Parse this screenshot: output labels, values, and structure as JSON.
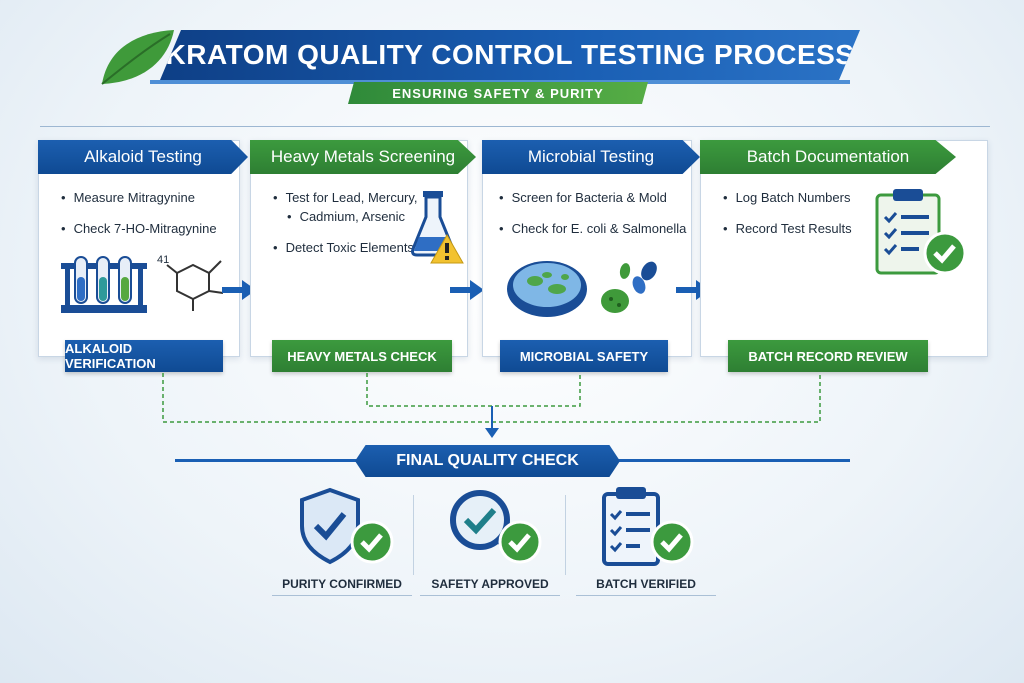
{
  "header": {
    "title": "KRATOM QUALITY CONTROL TESTING PROCESS",
    "subtitle": "ENSURING SAFETY & PURITY"
  },
  "colors": {
    "blue": "#1a5fb4",
    "green": "#3c9a3e",
    "amber": "#f2c230"
  },
  "steps": [
    {
      "title": "Alkaloid Testing",
      "color": "blue",
      "bullets": [
        "Measure Mitragynine",
        "Check 7-HO-Mitragynine"
      ],
      "illustration": "test-tubes-and-molecule-icon",
      "molecule_label": "41",
      "bottom_label": "ALKALOID VERIFICATION"
    },
    {
      "title": "Heavy Metals Screening",
      "color": "green",
      "bullets": [
        "Test for Lead, Mercury,",
        "Cadmium, Arsenic",
        "Detect Toxic Elements"
      ],
      "illustration": "flask-warning-icon",
      "bottom_label": "HEAVY METALS CHECK"
    },
    {
      "title": "Microbial Testing",
      "color": "blue",
      "bullets": [
        "Screen for Bacteria & Mold",
        "Check for E. coli & Salmonella"
      ],
      "illustration": "petri-dish-bacteria-icon",
      "bottom_label": "MICROBIAL SAFETY"
    },
    {
      "title": "Batch Documentation",
      "color": "green",
      "bullets": [
        "Log Batch Numbers",
        "Record Test Results"
      ],
      "illustration": "clipboard-check-icon",
      "bottom_label": "BATCH RECORD REVIEW"
    }
  ],
  "final": {
    "title": "FINAL QUALITY CHECK",
    "results": [
      {
        "label": "PURITY CONFIRMED",
        "icon": "shield-check-icon"
      },
      {
        "label": "SAFETY APPROVED",
        "icon": "magnifier-check-icon"
      },
      {
        "label": "BATCH VERIFIED",
        "icon": "clipboard-check-icon"
      }
    ]
  }
}
